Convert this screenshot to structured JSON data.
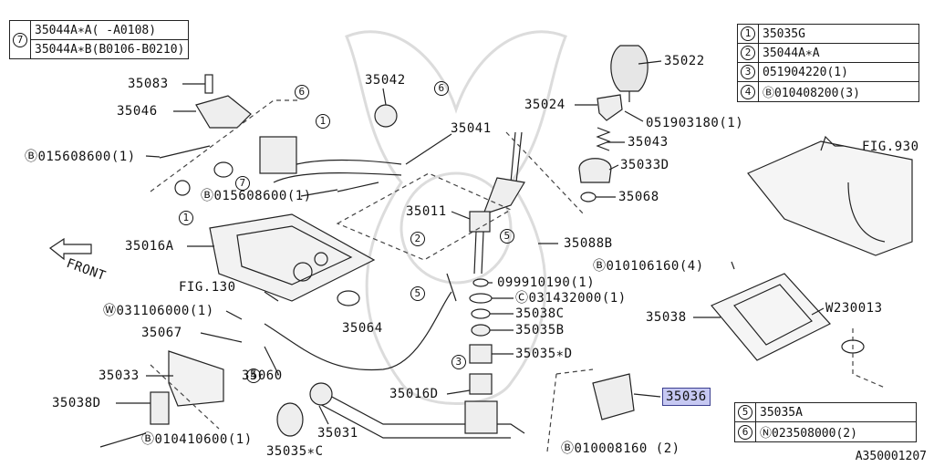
{
  "top_left_table": {
    "ref": "7",
    "rows": [
      "35044A∗A( -A0108)",
      "35044A∗B(B0106-B0210)"
    ]
  },
  "top_right_table": {
    "rows": [
      {
        "ref": "1",
        "part": "35035G"
      },
      {
        "ref": "2",
        "part": "35044A∗A"
      },
      {
        "ref": "3",
        "part": "051904220(1)"
      },
      {
        "ref": "4",
        "part": "Ⓑ010408200(3)"
      }
    ]
  },
  "bottom_right_table": {
    "rows": [
      {
        "ref": "5",
        "part": "35035A"
      },
      {
        "ref": "6",
        "part": "Ⓝ023508000(2)"
      }
    ]
  },
  "labels": {
    "p35083": "35083",
    "p35046": "35046",
    "b015608600_left": "Ⓑ015608600(1)",
    "b015608600_mid": "Ⓑ015608600(1)",
    "p35042": "35042",
    "p35041": "35041",
    "p35022": "35022",
    "p35024": "35024",
    "p051903180": "051903180(1)",
    "p35043": "35043",
    "p35033d": "35033D",
    "p35068": "35068",
    "fig930": "FIG.930",
    "p35011": "35011",
    "p35088b": "35088B",
    "p35016a": "35016A",
    "front": "FRONT",
    "b010106160": "Ⓑ010106160(4)",
    "p099910190": "099910190(1)",
    "c031432000": "Ⓒ031432000(1)",
    "p35038c": "35038C",
    "p35035b": "35035B",
    "p35035d": "35035∗D",
    "fig130": "FIG.130",
    "w031106000": "Ⓦ031106000(1)",
    "p35064": "35064",
    "p35067": "35067",
    "p35038": "35038",
    "w230013": "W230013",
    "p35033": "35033",
    "p35060": "35060",
    "p35016d": "35016D",
    "p35036": "35036",
    "p35038d": "35038D",
    "p35031": "35031",
    "b010410600": "Ⓑ010410600(1)",
    "p35035c": "35035∗C",
    "b010008160": "Ⓑ010008160 (2)",
    "callout_6a": "6",
    "callout_6b": "6",
    "callout_1a": "1",
    "callout_1b": "1",
    "callout_7": "7",
    "callout_2": "2",
    "callout_5a": "5",
    "callout_5b": "5",
    "callout_3": "3",
    "callout_4": "4",
    "image_ref": "A350001207"
  }
}
